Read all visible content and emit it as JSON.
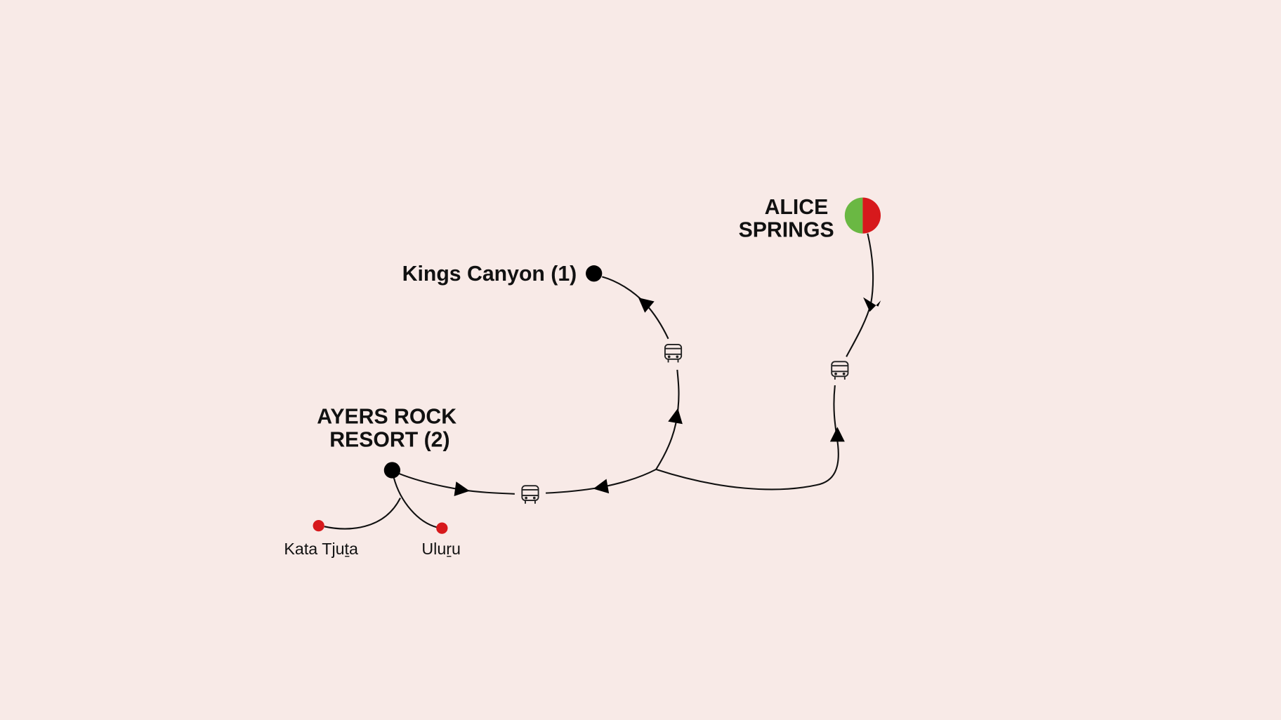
{
  "map": {
    "stops": {
      "alice_springs": {
        "line1": "ALICE",
        "line2": "SPRINGS",
        "icon": "start-end-marker"
      },
      "kings_canyon": {
        "label": "Kings Canyon (1)"
      },
      "ayers_rock": {
        "line1": "AYERS ROCK",
        "line2": "RESORT (2)"
      },
      "kata_tjuta": {
        "label": "Kata Tjuṯa"
      },
      "uluru": {
        "label": "Uluṟu"
      }
    },
    "transport_icon": "bus-icon",
    "colors": {
      "background": "#f8eae7",
      "start": "#6ab843",
      "end": "#d7191c",
      "overnight_stop": "#000000",
      "excursion": "#d7191c"
    }
  }
}
